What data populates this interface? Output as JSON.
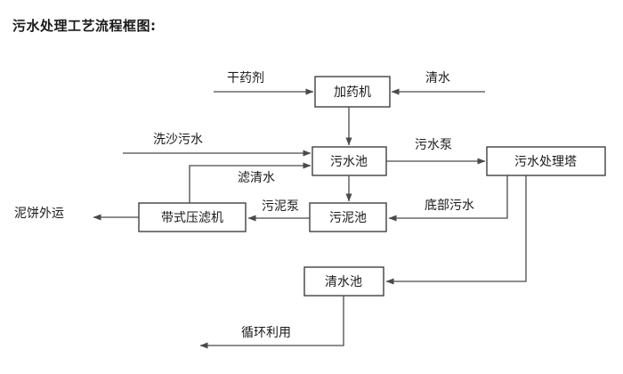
{
  "title": "污水处理工艺流程框图:",
  "colors": {
    "background": "#ffffff",
    "box_stroke": "#404040",
    "line": "#4a4a4a",
    "text": "#1a1a1a"
  },
  "nodes": {
    "dosing_machine": {
      "label": "加药机"
    },
    "sewage_pool": {
      "label": "污水池"
    },
    "treatment_tower": {
      "label": "污水处理塔"
    },
    "belt_filter_press": {
      "label": "带式压滤机"
    },
    "sludge_pool": {
      "label": "污泥池"
    },
    "clean_water_pool": {
      "label": "清水池"
    }
  },
  "terminals": {
    "dry_chemical": {
      "label": "干药剂"
    },
    "clean_water_in": {
      "label": "清水"
    },
    "sand_wash_sewage": {
      "label": "洗沙污水"
    },
    "mud_cake_out": {
      "label": "泥饼外运"
    },
    "recycle_use": {
      "label": "循环利用"
    }
  },
  "edge_labels": {
    "filtered_clear_water": "滤清水",
    "sewage_pump": "污水泵",
    "sludge_pump": "污泥泵",
    "bottom_sewage": "底部污水"
  }
}
